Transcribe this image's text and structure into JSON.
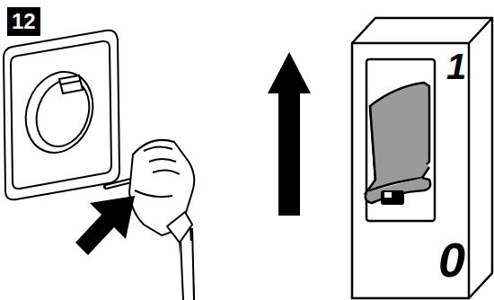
{
  "diagram": {
    "nodes": [
      {
        "text": [
          "12"
        ]
      }
    ],
    "labels": [
      "1",
      "0"
    ]
  }
}
